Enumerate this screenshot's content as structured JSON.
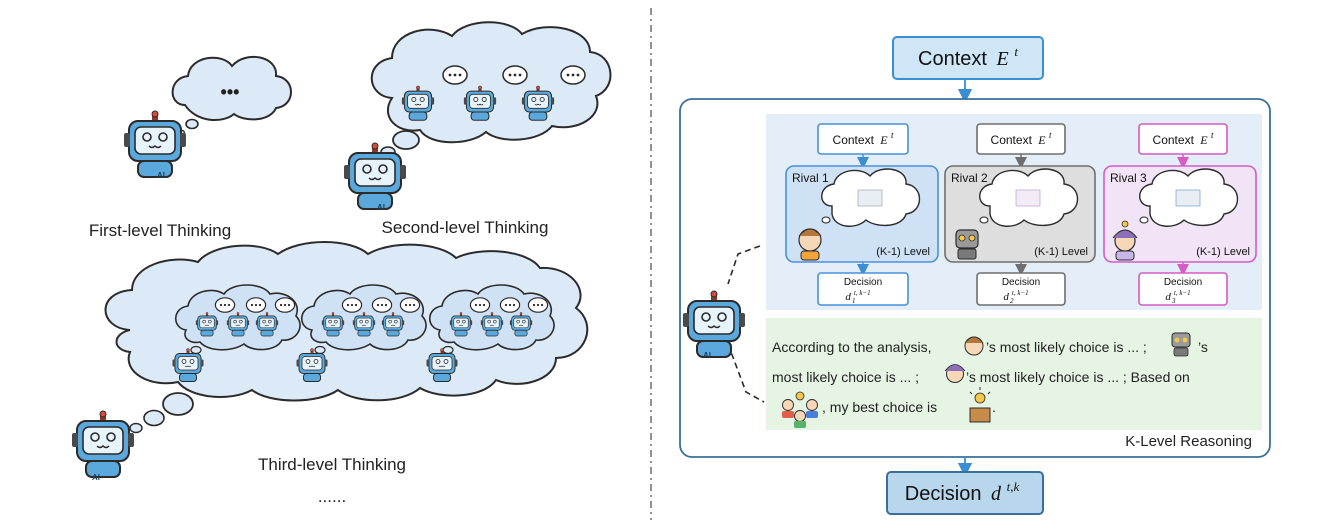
{
  "left_panel": {
    "first_level_label": "First-level Thinking",
    "second_level_label": "Second-level Thinking",
    "third_level_label": "Third-level Thinking",
    "continuation": "......",
    "thought_dots": "•••",
    "robot_tag": "AI"
  },
  "right_panel": {
    "top_context": {
      "label": "Context",
      "math": "E",
      "sup": "t"
    },
    "rivals": [
      {
        "title": "Rival 1",
        "context_label": "Context",
        "context_math": "E",
        "context_sup": "t",
        "level_label": "(K-1) Level",
        "decision_label": "Decision",
        "decision_math": "d",
        "decision_sub": "1",
        "decision_sup": "t, k−1",
        "color": "#4a90d9"
      },
      {
        "title": "Rival 2",
        "context_label": "Context",
        "context_math": "E",
        "context_sup": "t",
        "level_label": "(K-1) Level",
        "decision_label": "Decision",
        "decision_math": "d",
        "decision_sub": "2",
        "decision_sup": "t, k−1",
        "color": "#6e6e6e"
      },
      {
        "title": "Rival 3",
        "context_label": "Context",
        "context_math": "E",
        "context_sup": "t",
        "level_label": "(K-1) Level",
        "decision_label": "Decision",
        "decision_math": "d",
        "decision_sub": "3",
        "decision_sup": "t, k−1",
        "color": "#d45cc4"
      }
    ],
    "reasoning_lines": [
      "According to the analysis,",
      "’s most likely choice is ... ;",
      "’s",
      "most likely choice is ... ;",
      "’s most likely choice is ... ; Based on",
      ", my best choice is",
      "."
    ],
    "frame_label": "K-Level Reasoning",
    "bottom_decision": {
      "label": "Decision",
      "math": "d",
      "sup": "t,k"
    },
    "robot_tag": "AI"
  },
  "colors": {
    "context_fill": "#cfe6f7",
    "context_stroke": "#3a8fd3",
    "frame_stroke": "#3a6f99",
    "rival_bg": "#e3eef8",
    "reasoning_bg": "#e6f4e4",
    "cloud_fill": "#dce9f6",
    "cloud_stroke": "#2b2b2b",
    "robot_blue": "#5aa8dc",
    "rival2_fill": "#dedede",
    "rival3_fill": "#f1e4f6"
  }
}
